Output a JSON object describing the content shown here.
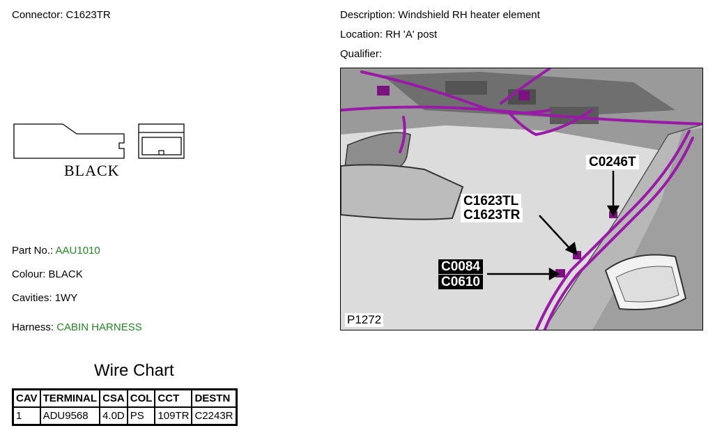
{
  "header": {
    "connector_label": "Connector:",
    "connector_value": "C1623TR",
    "description_label": "Description:",
    "description_value": "Windshield RH heater element",
    "location_label": "Location:",
    "location_value": "RH 'A' post",
    "qualifier_label": "Qualifier:",
    "qualifier_value": ""
  },
  "connector_drawing": {
    "color_text": "BLACK"
  },
  "details": {
    "part_no_label": "Part No.:",
    "part_no_value": "AAU1010",
    "colour_label": "Colour:",
    "colour_value": "BLACK",
    "cavities_label": "Cavities:",
    "cavities_value": "1WY",
    "harness_label": "Harness:",
    "harness_value": "CABIN HARNESS",
    "link_color": "#1f8a1f"
  },
  "figure": {
    "label": "P1272",
    "callouts": {
      "c0246t": "C0246T",
      "c1623tl": "C1623TL",
      "c1623tr": "C1623TR",
      "c0084": "C0084",
      "c0610": "C0610"
    },
    "harness_color": "#9a1aa8"
  },
  "wire_chart": {
    "title": "Wire Chart",
    "columns": [
      "CAV",
      "TERMINAL",
      "CSA",
      "COL",
      "CCT",
      "DESTN"
    ],
    "rows": [
      [
        "1",
        "ADU9568",
        "4.0D",
        "PS",
        "109TR",
        "C2243R"
      ]
    ]
  }
}
